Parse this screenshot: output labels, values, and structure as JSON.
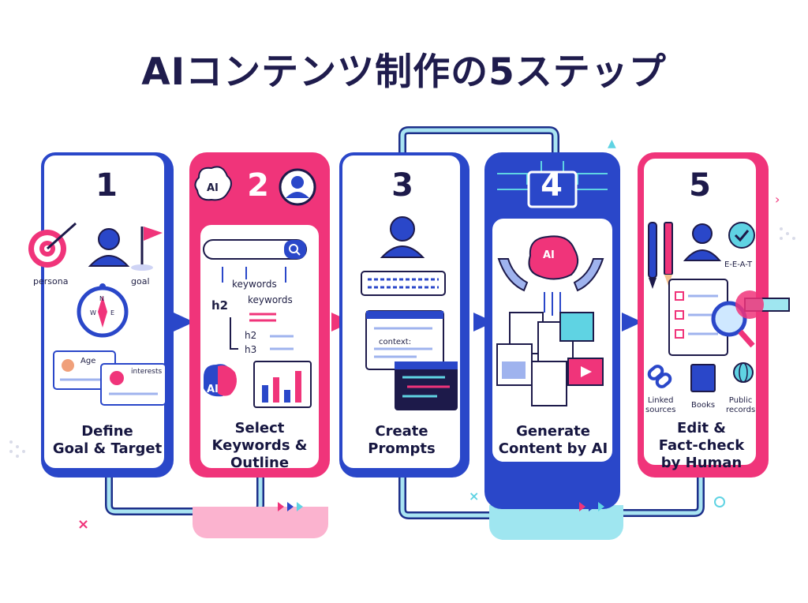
{
  "title": "AIコンテンツ制作の5ステップ",
  "steps": [
    {
      "number": "1",
      "label": "Define\nGoal & Target",
      "icons": {
        "persona": "persona",
        "goal": "goal",
        "age": "Age",
        "interests": "interests"
      }
    },
    {
      "number": "2",
      "label": "Select\nKeywords &\nOutline",
      "icons": {
        "ai": "AI",
        "keywords1": "keywords",
        "keywords2": "keywords",
        "h2a": "h2",
        "h2b": "h2",
        "h3": "h3",
        "ai2": "AI"
      }
    },
    {
      "number": "3",
      "label": "Create\nPrompts",
      "icons": {
        "context": "context:"
      }
    },
    {
      "number": "4",
      "label": "Generate\nContent by AI",
      "icons": {
        "ai": "AI"
      }
    },
    {
      "number": "5",
      "label": "Edit &\nFact-check\nby Human",
      "icons": {
        "eeat": "E-E-A-T",
        "linked": "Linked\nsources",
        "books": "Books",
        "public": "Public\nrecords"
      }
    }
  ],
  "colors": {
    "blue": "#2a47c9",
    "pink": "#f0347a",
    "navy": "#1d1a4a",
    "cyan": "#5fd3e3"
  }
}
